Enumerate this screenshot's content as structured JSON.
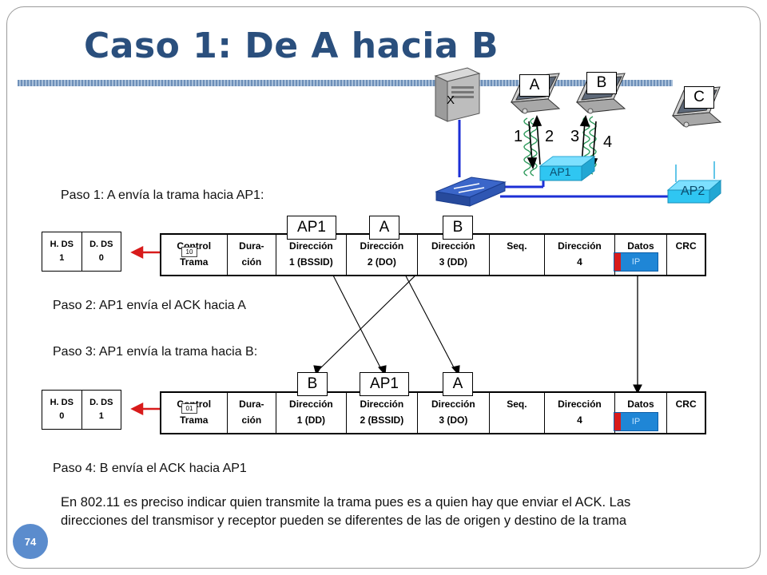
{
  "title": "Caso 1: De A hacia B",
  "page_number": "74",
  "steps": {
    "paso1": "Paso 1: A envía la trama hacia AP1:",
    "paso2": "Paso 2: AP1 envía el ACK hacia A",
    "paso3": "Paso 3: AP1 envía la trama hacia B:",
    "paso4": "Paso 4: B envía el ACK hacia AP1"
  },
  "network": {
    "server_label": "X",
    "laptop_a": "A",
    "laptop_b": "B",
    "laptop_c": "C",
    "ap1": "AP1",
    "ap2": "AP2",
    "n1": "1",
    "n2": "2",
    "n3": "3",
    "n4": "4"
  },
  "frame1": {
    "ds_head_h": "H. DS",
    "ds_head_d": "D. DS",
    "ds_h": "1",
    "ds_d": "0",
    "flag": "10",
    "labels": [
      "AP1",
      "A",
      "B"
    ],
    "cells": [
      {
        "l1": "Control",
        "l2": "Trama"
      },
      {
        "l1": "Dura-",
        "l2": "ción"
      },
      {
        "l1": "Dirección",
        "l2": "1 (BSSID)"
      },
      {
        "l1": "Dirección",
        "l2": "2 (DO)"
      },
      {
        "l1": "Dirección",
        "l2": "3 (DD)"
      },
      {
        "l1": "Seq.",
        "l2": ""
      },
      {
        "l1": "Dirección",
        "l2": "4"
      },
      {
        "l1": "Datos",
        "l2": ""
      },
      {
        "l1": "CRC",
        "l2": ""
      }
    ],
    "ip": "IP"
  },
  "frame2": {
    "ds_head_h": "H. DS",
    "ds_head_d": "D. DS",
    "ds_h": "0",
    "ds_d": "1",
    "flag": "01",
    "labels": [
      "B",
      "AP1",
      "A"
    ],
    "cells": [
      {
        "l1": "Control",
        "l2": "Trama"
      },
      {
        "l1": "Dura-",
        "l2": "ción"
      },
      {
        "l1": "Dirección",
        "l2": "1 (DD)"
      },
      {
        "l1": "Dirección",
        "l2": "2 (BSSID)"
      },
      {
        "l1": "Dirección",
        "l2": "3 (DO)"
      },
      {
        "l1": "Seq.",
        "l2": ""
      },
      {
        "l1": "Dirección",
        "l2": "4"
      },
      {
        "l1": "Datos",
        "l2": ""
      },
      {
        "l1": "CRC",
        "l2": ""
      }
    ],
    "ip": "IP"
  },
  "paragraph": "En 802.11 es preciso indicar quien transmite la trama pues es a quien hay que enviar el ACK. Las direcciones del transmisor y receptor pueden se diferentes de las de origen y destino de la trama",
  "colors": {
    "title": "#2a4f7d",
    "wire": "#1c2fd6",
    "flag_arrow": "#d81b1b",
    "badge": "#5b8ccd"
  }
}
